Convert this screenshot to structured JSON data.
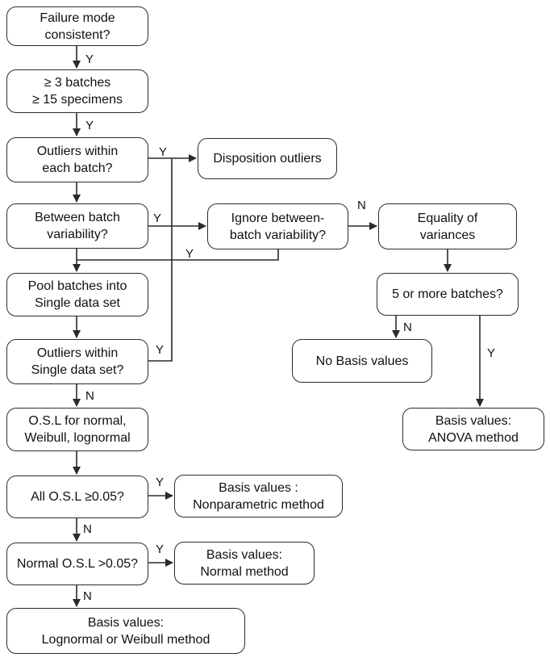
{
  "nodes": {
    "failure_mode": [
      "Failure mode",
      "consistent?"
    ],
    "batches": [
      "≥ 3 batches",
      "≥ 15 specimens"
    ],
    "outliers_batch": [
      "Outliers within",
      "each batch?"
    ],
    "disposition": [
      "Disposition outliers"
    ],
    "between_batch": [
      "Between batch",
      "variability?"
    ],
    "ignore_between": [
      "Ignore between-",
      "batch variability?"
    ],
    "equality": [
      "Equality of",
      "variances"
    ],
    "five_batches": [
      "5 or more batches?"
    ],
    "no_basis": [
      "No Basis values"
    ],
    "anova": [
      "Basis values:",
      "ANOVA method"
    ],
    "pool": [
      "Pool batches into",
      "Single data set"
    ],
    "outliers_single": [
      "Outliers within",
      "Single data set?"
    ],
    "osl": [
      "O.S.L for normal,",
      "Weibull, lognormal"
    ],
    "all_osl": [
      "All O.S.L ≥0.05?"
    ],
    "nonparam": [
      "Basis values :",
      "Nonparametric method"
    ],
    "normal_osl": [
      "Normal O.S.L >0.05?"
    ],
    "normal_method": [
      "Basis values:",
      "Normal method"
    ],
    "lognormal": [
      "Basis values:",
      "Lognormal or Weibull method"
    ]
  },
  "edge_labels": {
    "y1": "Y",
    "y2": "Y",
    "y_outliers_batch": "Y",
    "y_between": "Y",
    "y_ignore": "Y",
    "n_ignore": "N",
    "y_outliers_single": "Y",
    "n_five": "N",
    "y_five": "Y",
    "n_outliers_single": "N",
    "y_all_osl": "Y",
    "n_all_osl": "N",
    "y_normal": "Y",
    "n_normal": "N"
  }
}
